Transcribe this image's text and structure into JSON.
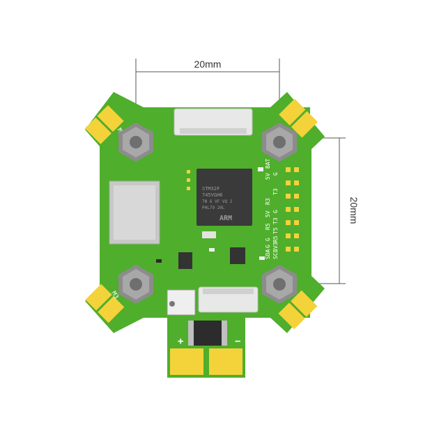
{
  "dimensions": {
    "horizontal_label": "20mm",
    "vertical_label": "20mm"
  },
  "mcu": {
    "line1": "STM32F",
    "line2": "745VGH6",
    "line3": "7N 6 VF VQ 2",
    "line4": "PHL79 20L",
    "brand": "ARM"
  },
  "pad_labels": {
    "row1": [
      "5V",
      "BAT"
    ],
    "row2": [
      "R3",
      "T3",
      "G"
    ],
    "row3": [
      "R5",
      "5V",
      "G"
    ],
    "row4": [
      "T5",
      "G",
      "T3"
    ],
    "row5": [
      "SDA",
      "G",
      "R5"
    ],
    "row6": [
      "SCL",
      "3V3"
    ]
  },
  "motor_labels": {
    "m4": "M4",
    "m3": "M3"
  },
  "power_labels": {
    "plus": "+",
    "minus": "−"
  },
  "colors": {
    "pcb_green": "#4fae2c",
    "pcb_dark": "#3b8f1f",
    "pad_gold": "#f4d23a",
    "mcu": "#3a3a3a",
    "standoff": "#8c8c8c"
  }
}
